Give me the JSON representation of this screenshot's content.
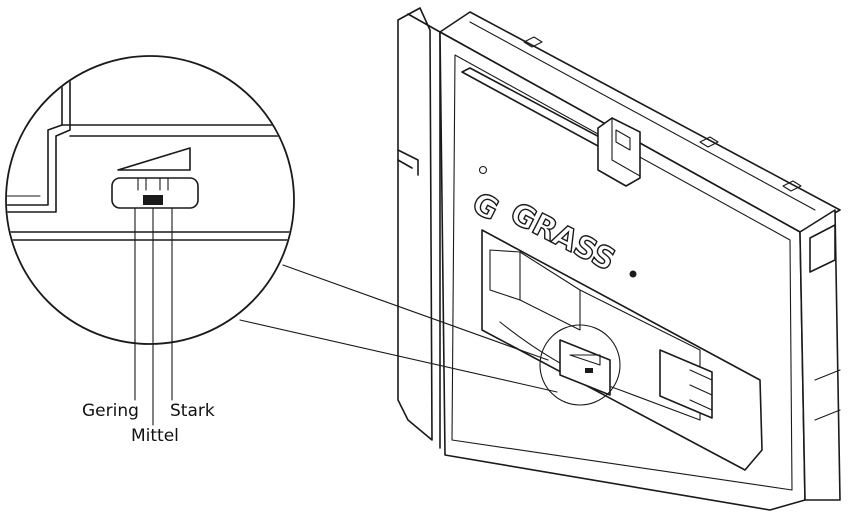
{
  "brand": {
    "logo_text": "GRASS"
  },
  "labels": {
    "gering": "Gering",
    "mittel": "Mittel",
    "stark": "Stark"
  }
}
